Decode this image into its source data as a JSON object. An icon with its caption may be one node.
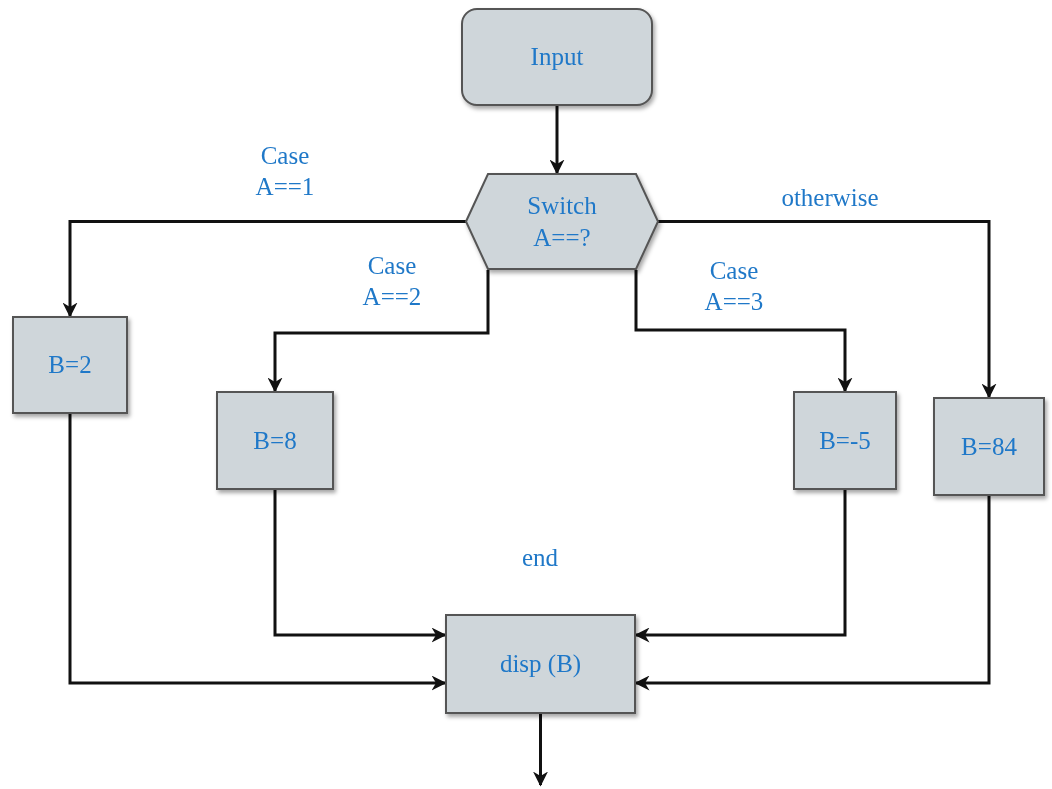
{
  "diagram": {
    "nodes": [
      {
        "text": [
          "Input"
        ]
      },
      {
        "text": [
          "Switch A==?"
        ]
      },
      {
        "text": [
          "B=2"
        ]
      },
      {
        "text": [
          "B=8"
        ]
      },
      {
        "text": [
          "B=-5"
        ]
      },
      {
        "text": [
          "B=84"
        ]
      },
      {
        "text": [
          "disp (B)"
        ]
      }
    ],
    "edges": [
      {
        "from": 0,
        "to": 1,
        "arrow": "to"
      },
      {
        "from": 1,
        "to": 2,
        "arrow": "to",
        "label": "Case A==1"
      },
      {
        "from": 1,
        "to": 3,
        "arrow": "to",
        "label": "Case A==2"
      },
      {
        "from": 1,
        "to": 4,
        "arrow": "to",
        "label": "Case A==3"
      },
      {
        "from": 1,
        "to": 5,
        "arrow": "to",
        "label": "otherwise"
      },
      {
        "from": 2,
        "to": 6,
        "arrow": "to"
      },
      {
        "from": 3,
        "to": 6,
        "arrow": "to"
      },
      {
        "from": 4,
        "to": 6,
        "arrow": "to"
      },
      {
        "from": 5,
        "to": 6,
        "arrow": "to"
      },
      {
        "from": 6,
        "to": null,
        "arrow": "to"
      }
    ],
    "labels": [
      "end"
    ]
  }
}
